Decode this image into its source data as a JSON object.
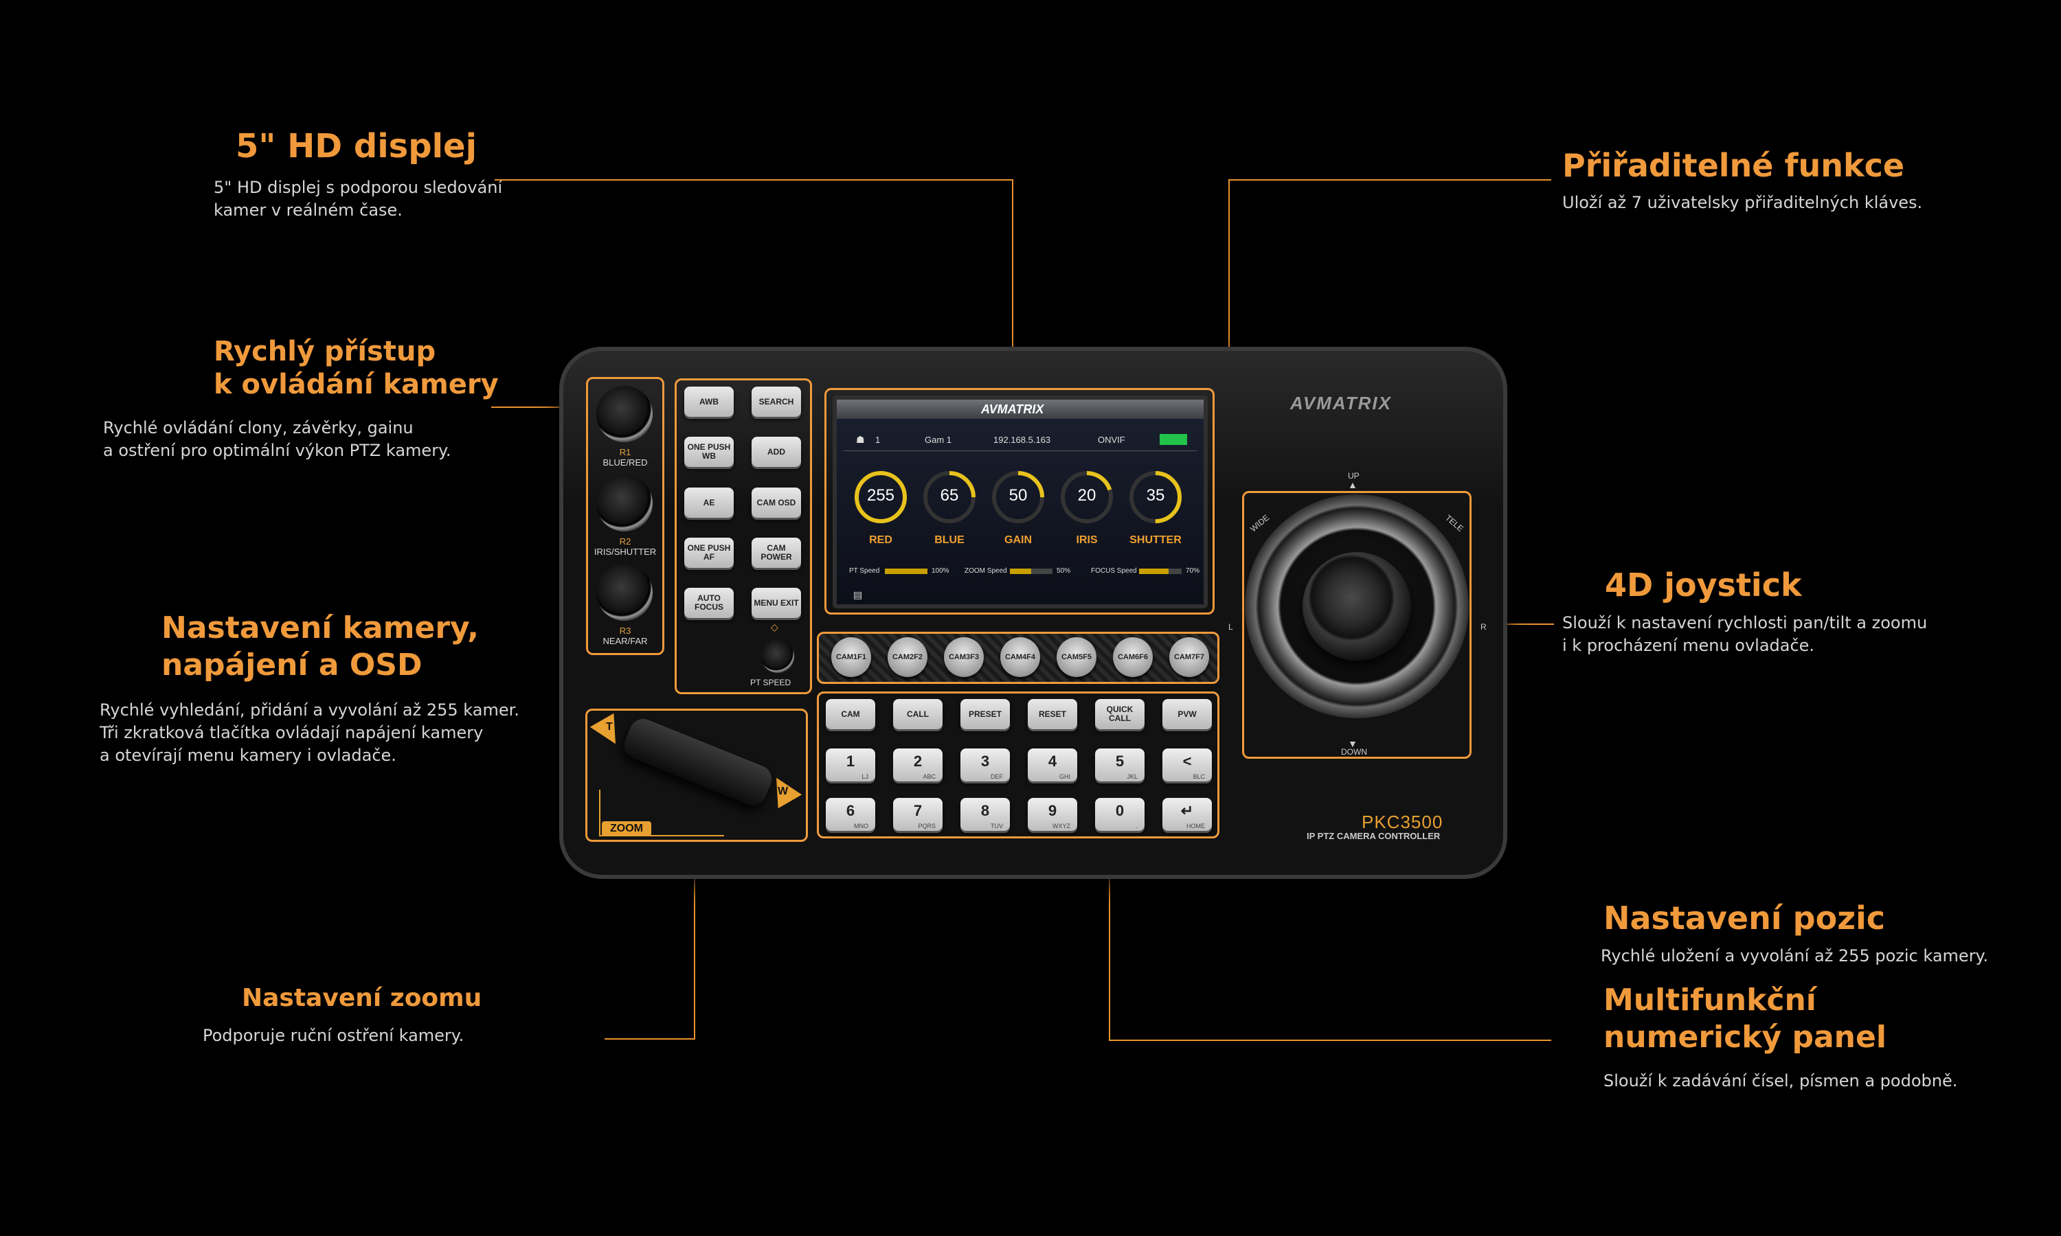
{
  "callouts": {
    "display": {
      "title": "5\" HD displej",
      "desc1": "5\" HD displej s podporou sledování",
      "desc2": "kamer v reálném čase."
    },
    "quick": {
      "title1": "Rychlý přístup",
      "title2": "k ovládání kamery",
      "desc1": "Rychlé ovládání clony, závěrky, gainu",
      "desc2": "a ostření pro optimální výkon PTZ kamery."
    },
    "setup": {
      "title1": "Nastavení kamery,",
      "title2": "napájení a OSD",
      "desc1": "Rychlé vyhledání, přidání a vyvolání až 255 kamer.",
      "desc2": "Tři zkratková tlačítka ovládají napájení kamery",
      "desc3": "a otevírají menu kamery i ovladače."
    },
    "zoom": {
      "title": "Nastavení zoomu",
      "desc": "Podporuje ruční ostření kamery."
    },
    "assign": {
      "title": "Přiřaditelné funkce",
      "desc": "Uloží až 7 uživatelsky přiřaditelných kláves."
    },
    "joystick": {
      "title": "4D joystick",
      "desc1": "Slouží k nastavení rychlosti pan/tilt a zoomu",
      "desc2": "i k procházení menu ovladače."
    },
    "positions": {
      "title": "Nastavení pozic",
      "desc": "Rychlé uložení a vyvolání až 255 pozic kamery."
    },
    "numpad": {
      "title1": "Multifunkční",
      "title2": "numerický panel",
      "desc": "Slouží k zadávání čísel, písmen a podobně."
    }
  },
  "device": {
    "brand": "AVMATRIX",
    "model": "PKC3500",
    "subtitle": "IP PTZ CAMERA CONTROLLER",
    "knobs": [
      {
        "id": "R1",
        "label": "BLUE/RED"
      },
      {
        "id": "R2",
        "label": "IRIS/SHUTTER"
      },
      {
        "id": "R3",
        "label": "NEAR/FAR"
      }
    ],
    "func_buttons": [
      "AWB",
      "SEARCH",
      "ONE PUSH WB",
      "ADD",
      "AE",
      "CAM OSD",
      "ONE PUSH AF",
      "CAM POWER",
      "AUTO FOCUS",
      "MENU EXIT"
    ],
    "pt_speed": "PT SPEED",
    "zoom_label": "ZOOM",
    "zoom_t": "T",
    "zoom_w": "W",
    "cam_buttons": [
      {
        "top": "CAM1",
        "bottom": "F1"
      },
      {
        "top": "CAM2",
        "bottom": "F2"
      },
      {
        "top": "CAM3",
        "bottom": "F3"
      },
      {
        "top": "CAM4",
        "bottom": "F4"
      },
      {
        "top": "CAM5",
        "bottom": "F5"
      },
      {
        "top": "CAM6",
        "bottom": "F6"
      },
      {
        "top": "CAM7",
        "bottom": "F7"
      }
    ],
    "top_keys": [
      "CAM",
      "CALL",
      "PRESET",
      "RESET",
      "QUICK CALL",
      "PVW"
    ],
    "num_keys": [
      {
        "n": "1",
        "s": "LJ"
      },
      {
        "n": "2",
        "s": "ABC"
      },
      {
        "n": "3",
        "s": "DEF"
      },
      {
        "n": "4",
        "s": "GHI"
      },
      {
        "n": "5",
        "s": "JKL"
      },
      {
        "n": "<",
        "s": "BLC"
      },
      {
        "n": "6",
        "s": "MNO"
      },
      {
        "n": "7",
        "s": "PQRS"
      },
      {
        "n": "8",
        "s": "TUV"
      },
      {
        "n": "9",
        "s": "WXYZ"
      },
      {
        "n": "0",
        "s": "."
      },
      {
        "n": "↵",
        "s": "HOME"
      }
    ],
    "joystick": {
      "up": "UP",
      "down": "DOWN",
      "wide": "WIDE",
      "tele": "TELE",
      "left": "L",
      "right": "R"
    }
  },
  "screen": {
    "brand": "AVMATRIX",
    "user": "1",
    "cam": "Gam 1",
    "ip": "192.168.5.163",
    "protocol": "ONVIF",
    "gauges": [
      {
        "value": "255",
        "label": "RED",
        "fill": 1.0
      },
      {
        "value": "65",
        "label": "BLUE",
        "fill": 0.25
      },
      {
        "value": "50",
        "label": "GAIN",
        "fill": 0.25
      },
      {
        "value": "20",
        "label": "IRIS",
        "fill": 0.2
      },
      {
        "value": "35",
        "label": "SHUTTER",
        "fill": 0.5
      }
    ],
    "speeds": [
      {
        "label": "PT Speed",
        "value": "100%",
        "fill": 1.0
      },
      {
        "label": "ZOOM Speed",
        "value": "50%",
        "fill": 0.5
      },
      {
        "label": "FOCUS Speed",
        "value": "70%",
        "fill": 0.7
      }
    ]
  },
  "colors": {
    "accent": "#f09a3c",
    "gauge": "#e8c21c"
  }
}
